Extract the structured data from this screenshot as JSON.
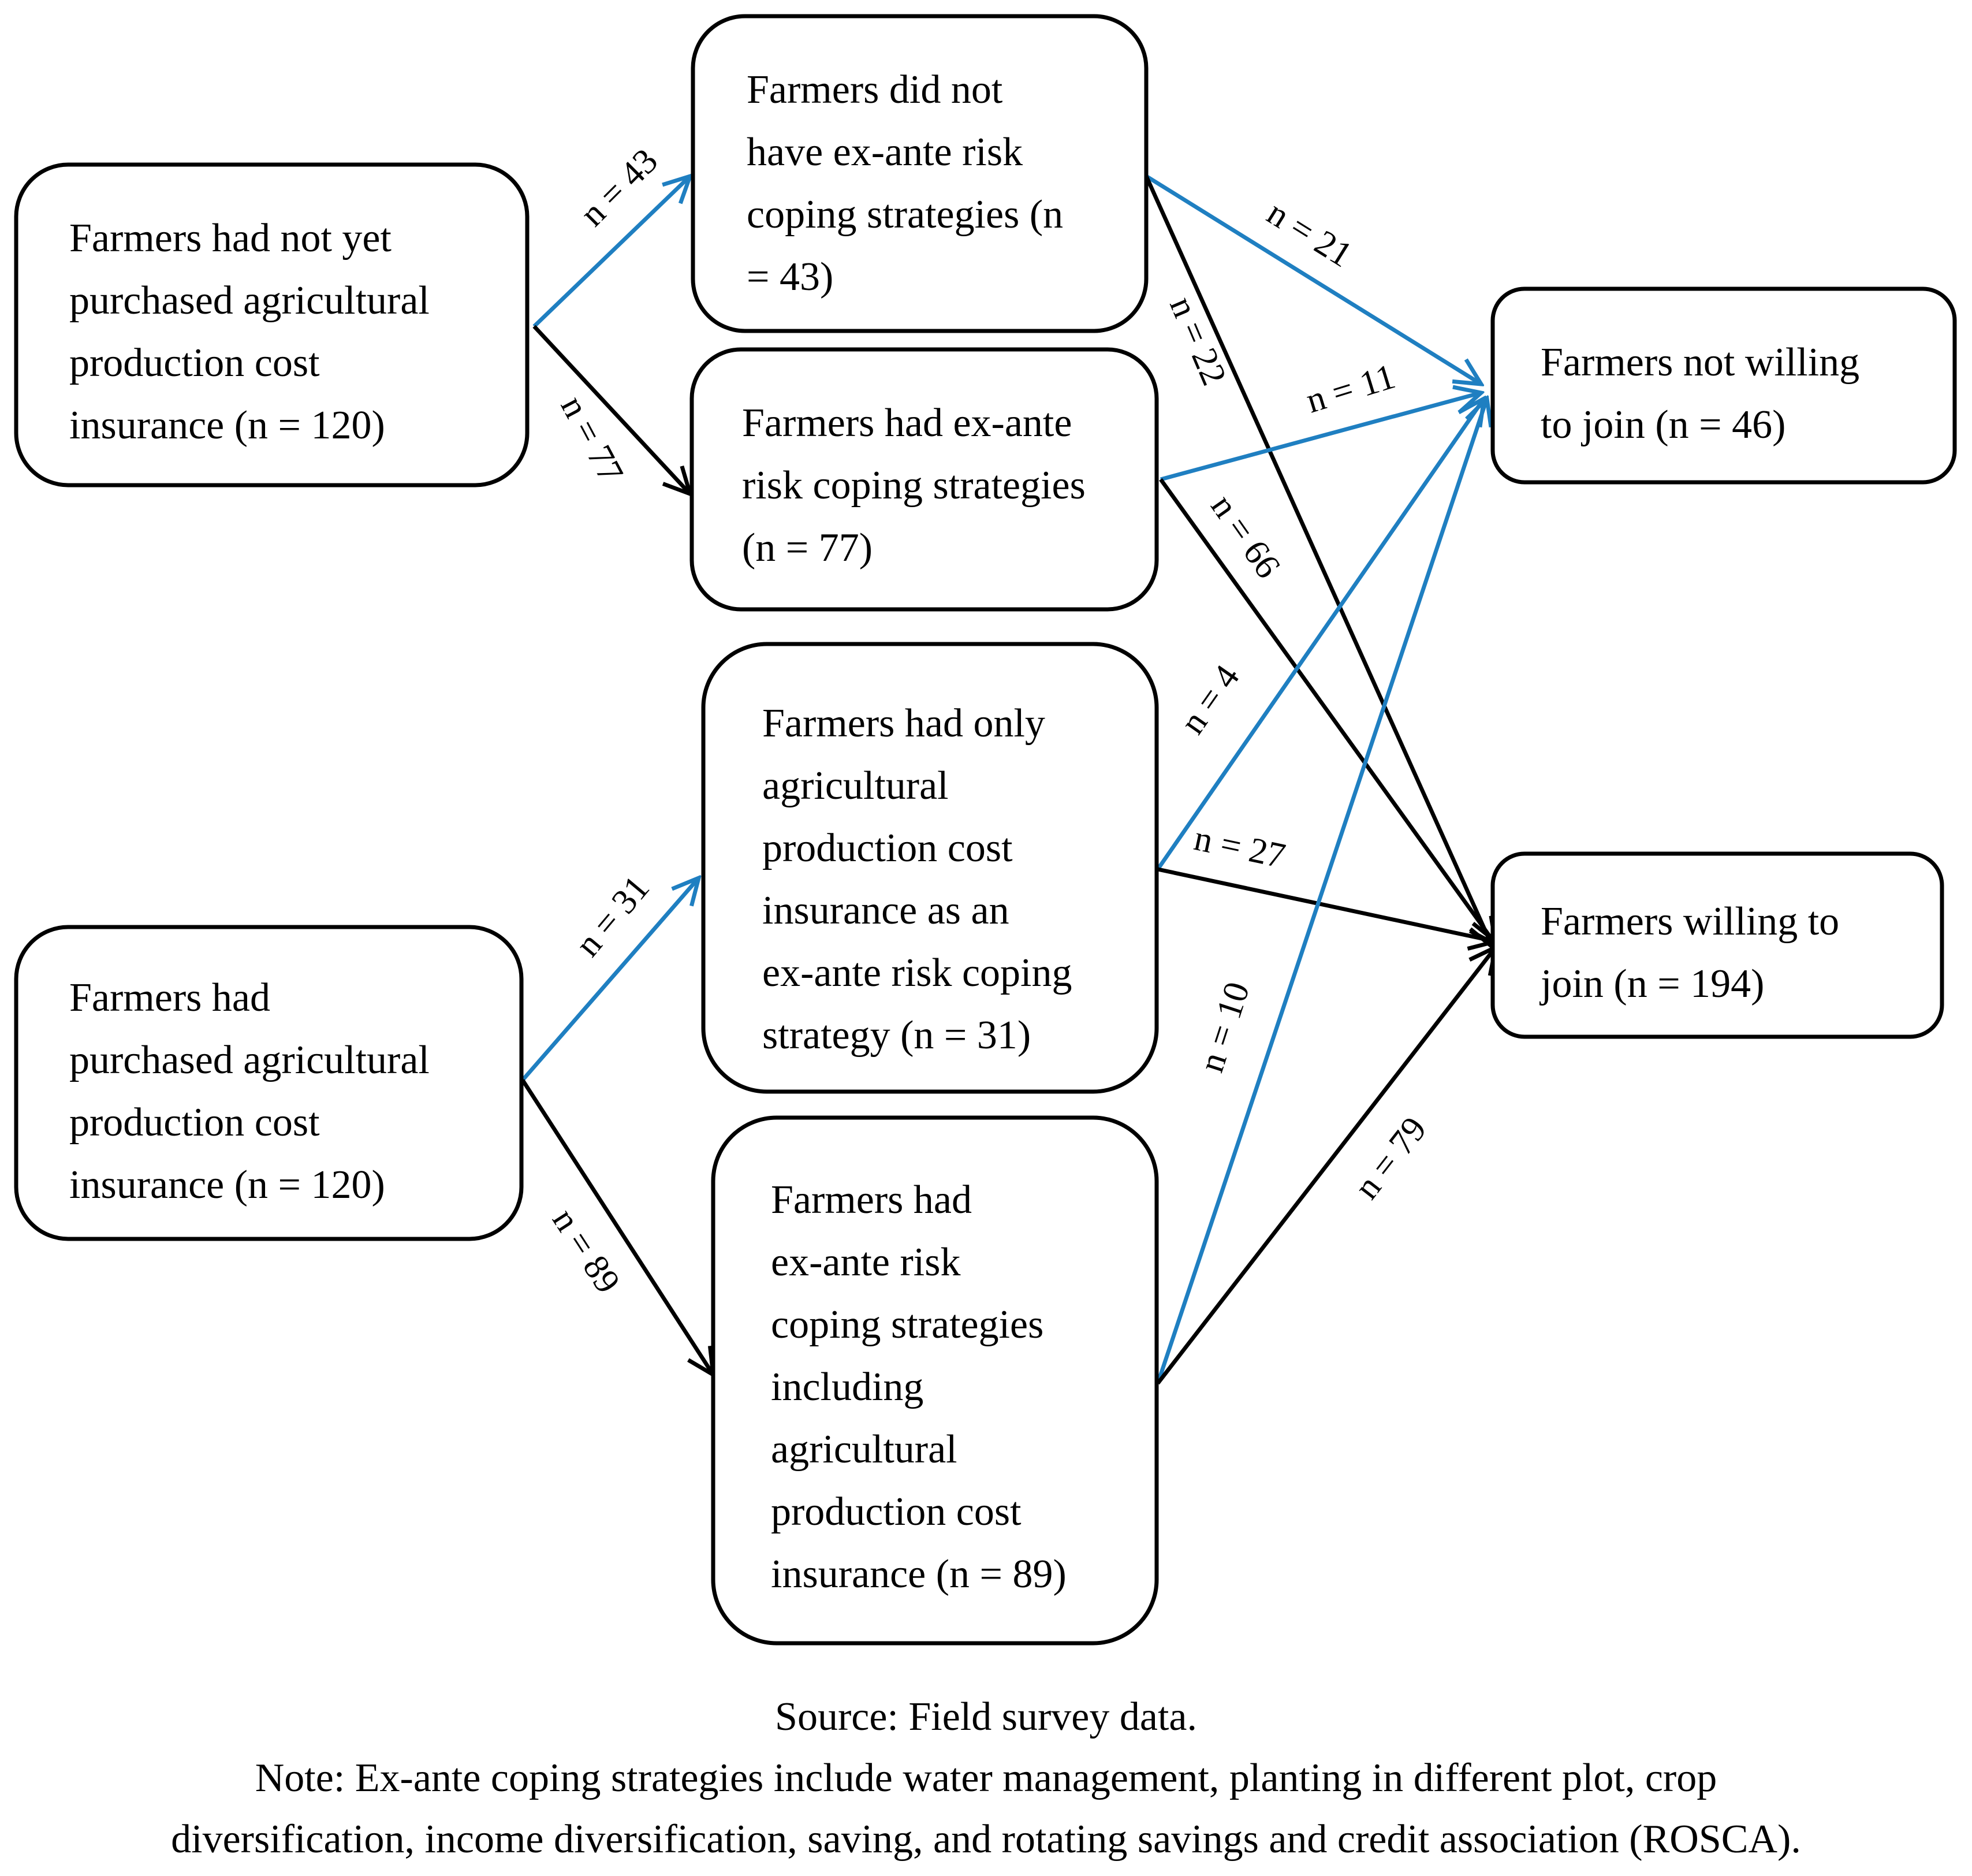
{
  "nodes": {
    "not_purchased": [
      "Farmers had not yet",
      "purchased agricultural",
      "production cost",
      "insurance (n = 120)"
    ],
    "purchased": [
      "Farmers had",
      "purchased agricultural",
      "production cost",
      "insurance (n = 120)"
    ],
    "no_exante": [
      "Farmers did not",
      "have ex-ante risk",
      "coping strategies (n",
      "= 43)"
    ],
    "had_exante": [
      "Farmers had ex-ante",
      "risk coping strategies",
      "(n = 77)"
    ],
    "only_insurance": [
      "Farmers had only",
      "agricultural",
      "production cost",
      "insurance as an",
      "ex-ante risk coping",
      "strategy (n = 31)"
    ],
    "exante_incl_insurance": [
      "Farmers had",
      "ex-ante risk",
      "coping strategies",
      "including",
      "agricultural",
      "production cost",
      "insurance (n = 89)"
    ],
    "not_willing": [
      "Farmers not willing",
      "to join (n = 46)"
    ],
    "willing": [
      "Farmers willing to",
      "join (n = 194)"
    ]
  },
  "edges": {
    "e43": "n = 43",
    "e77": "n = 77",
    "e31": "n = 31",
    "e89": "n = 89",
    "e21": "n = 21",
    "e22": "n = 22",
    "e11": "n = 11",
    "e66": "n = 66",
    "e4": "n = 4",
    "e27": "n = 27",
    "e10": "n = 10",
    "e79": "n = 79"
  },
  "colors": {
    "blue": "#1f7fc1",
    "black": "#000000"
  },
  "caption": {
    "source": "Source: Field survey data.",
    "note_line1": "Note: Ex-ante coping strategies include water management, planting in different plot, crop",
    "note_line2": "diversification, income diversification, saving, and rotating savings and credit association (ROSCA)."
  }
}
